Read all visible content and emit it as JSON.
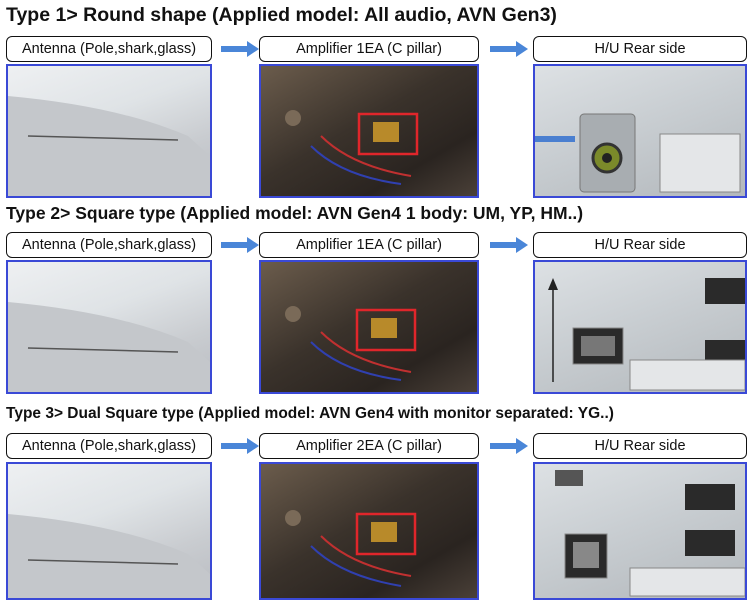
{
  "rows": [
    {
      "heading": "Type 1> Round shape (Applied model: All audio, AVN Gen3)",
      "antenna_label": "Antenna (Pole,shark,glass)",
      "amplifier_label": "Amplifier 1EA (C pillar)",
      "hu_label": "H/U Rear side"
    },
    {
      "heading": "Type 2> Square type (Applied model: AVN Gen4 1 body: UM, YP, HM..)",
      "antenna_label": "Antenna (Pole,shark,glass)",
      "amplifier_label": "Amplifier 1EA (C pillar)",
      "hu_label": "H/U Rear side"
    },
    {
      "heading": "Type 3> Dual Square type (Applied model: AVN Gen4 with monitor separated: YG..)",
      "antenna_label": "Antenna (Pole,shark,glass)",
      "amplifier_label": "Amplifier 2EA (C pillar)",
      "hu_label": "H/U Rear side"
    }
  ],
  "colors": {
    "photo_border": "#3a49d6",
    "arrow": "#4a86d8",
    "highlight": "#e0262b"
  }
}
